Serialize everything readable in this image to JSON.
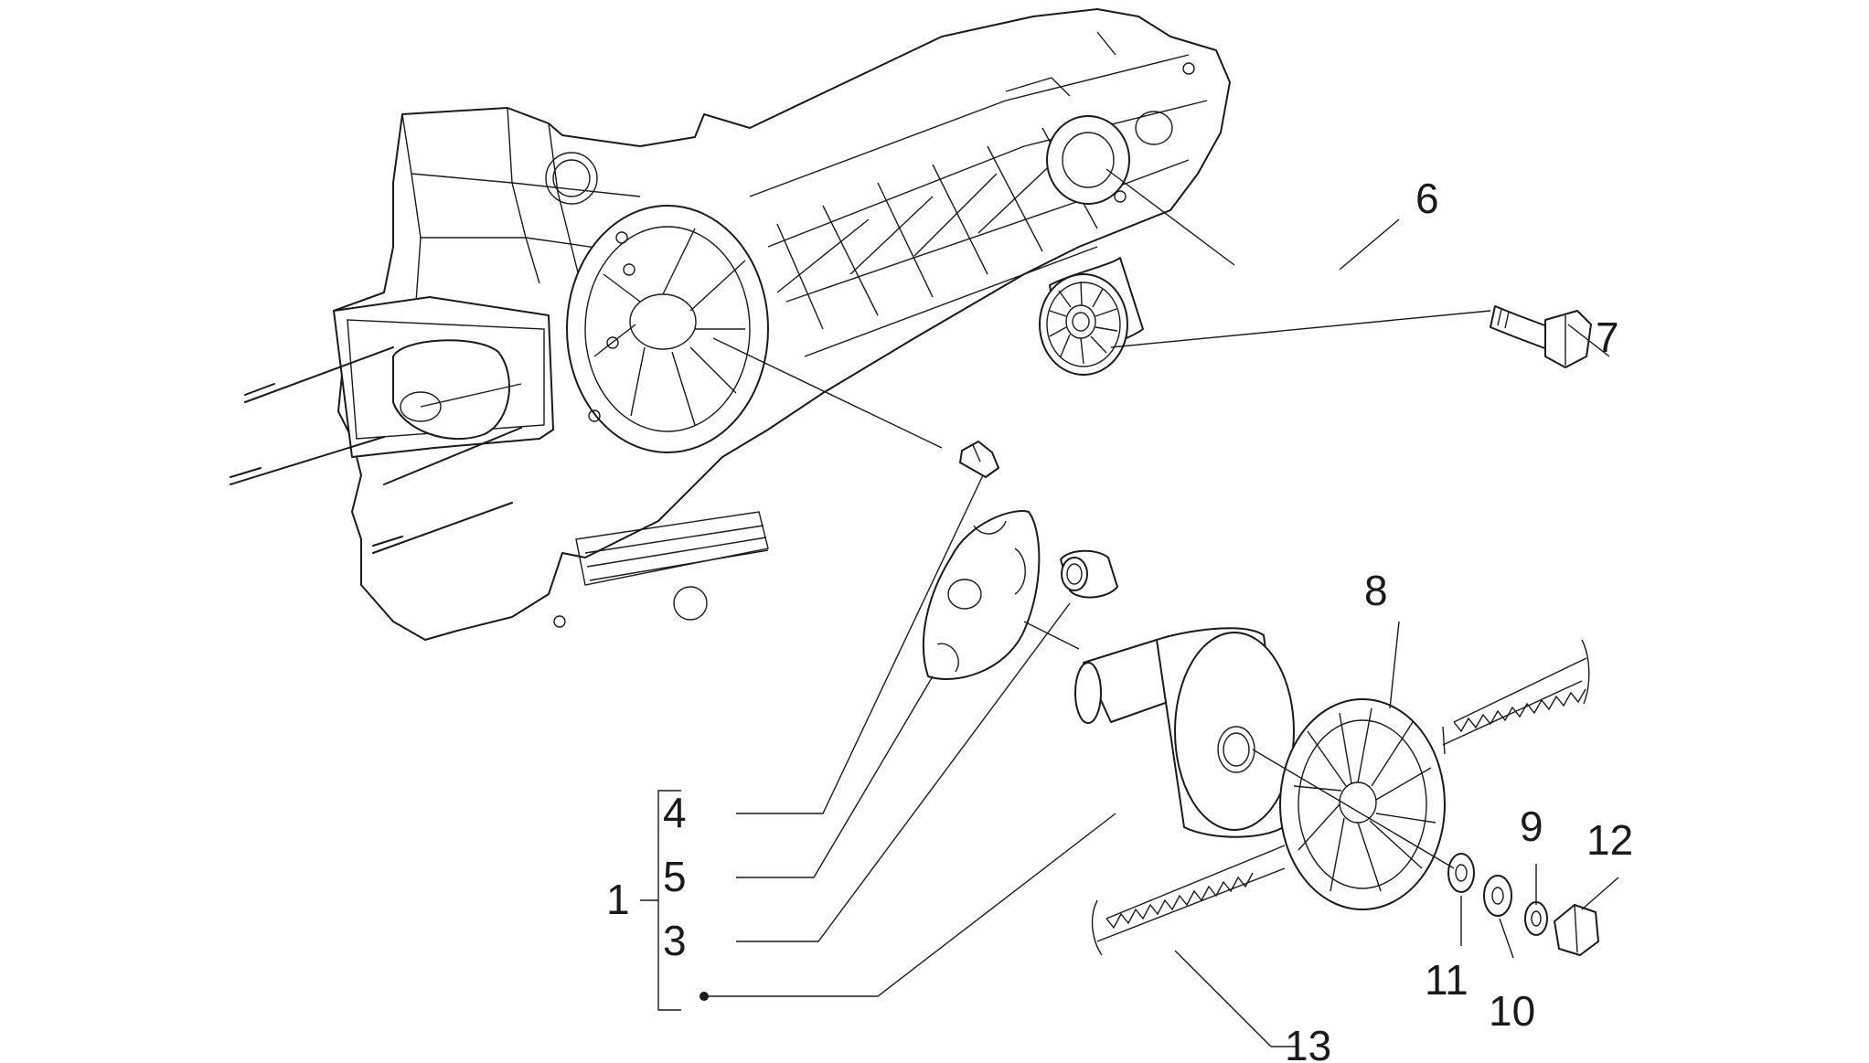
{
  "diagram": {
    "labels": {
      "l1": "1",
      "l3": "3",
      "l4": "4",
      "l5": "5",
      "l6": "6",
      "l7": "7",
      "l8": "8",
      "l9": "9",
      "l10": "10",
      "l11": "11",
      "l12": "12",
      "l13": "13"
    },
    "colors": {
      "line": "#1a1a1a",
      "background": "#ffffff"
    }
  }
}
